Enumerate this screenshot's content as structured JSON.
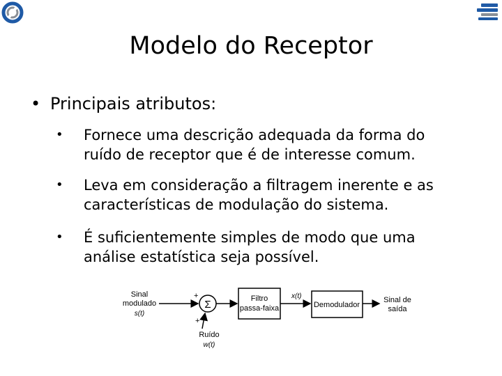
{
  "slide": {
    "title": "Modelo do Receptor",
    "main_bullet": "Principais atributos:",
    "sub_bullets": [
      {
        "line1": "Fornece uma descrição adequada da forma do",
        "line2": "ruído de receptor que é de interesse comum."
      },
      {
        "line1": "Leva em consideração a filtragem inerente e as",
        "line2": "características de modulação do sistema."
      },
      {
        "line1": "É suficientemente simples de modo que uma",
        "line2": "análise estatística seja possível."
      }
    ]
  },
  "diagram": {
    "input_label": [
      "Sinal",
      "modulado",
      "s(t)"
    ],
    "plus_top": "+",
    "plus_bottom": "+",
    "sum_symbol": "Σ",
    "filter_label": [
      "Filtro",
      "passa-faixa"
    ],
    "filter_output": "x(t)",
    "demod_label": "Demodulador",
    "output_label": [
      "Sinal de",
      "saída"
    ],
    "noise_label": [
      "Ruído",
      "w(t)"
    ]
  },
  "colors": {
    "logo_blue": "#1f5aa6",
    "logo_gray": "#8a8f96",
    "text": "#000000"
  }
}
